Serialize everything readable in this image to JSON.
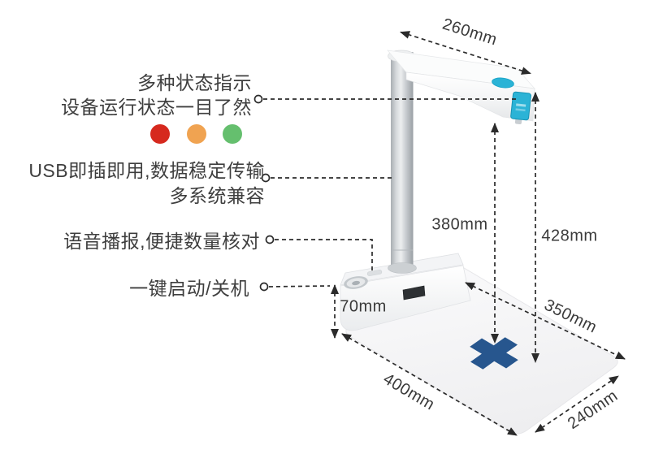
{
  "features": {
    "status": {
      "line1": "多种状态指示",
      "line2": "设备运行状态一目了然"
    },
    "usb": {
      "line1": "USB即插即用,数据稳定传输",
      "line2": "多系统兼容"
    },
    "voice": {
      "line1": "语音播报,便捷数量核对"
    },
    "power": {
      "line1": "一键启动/关机"
    }
  },
  "status_indicator_colors": {
    "red": "#d6291e",
    "orange": "#f0a351",
    "green": "#65bf6e"
  },
  "dimensions": {
    "arm_length": "260mm",
    "camera_height": "380mm",
    "total_height": "428mm",
    "base_height": "70mm",
    "pad_depth": "350mm",
    "pad_length": "400mm",
    "pad_width": "240mm"
  },
  "device": {
    "accent_color": "#2bb3d6",
    "cross_marker_color": "#27568e"
  }
}
